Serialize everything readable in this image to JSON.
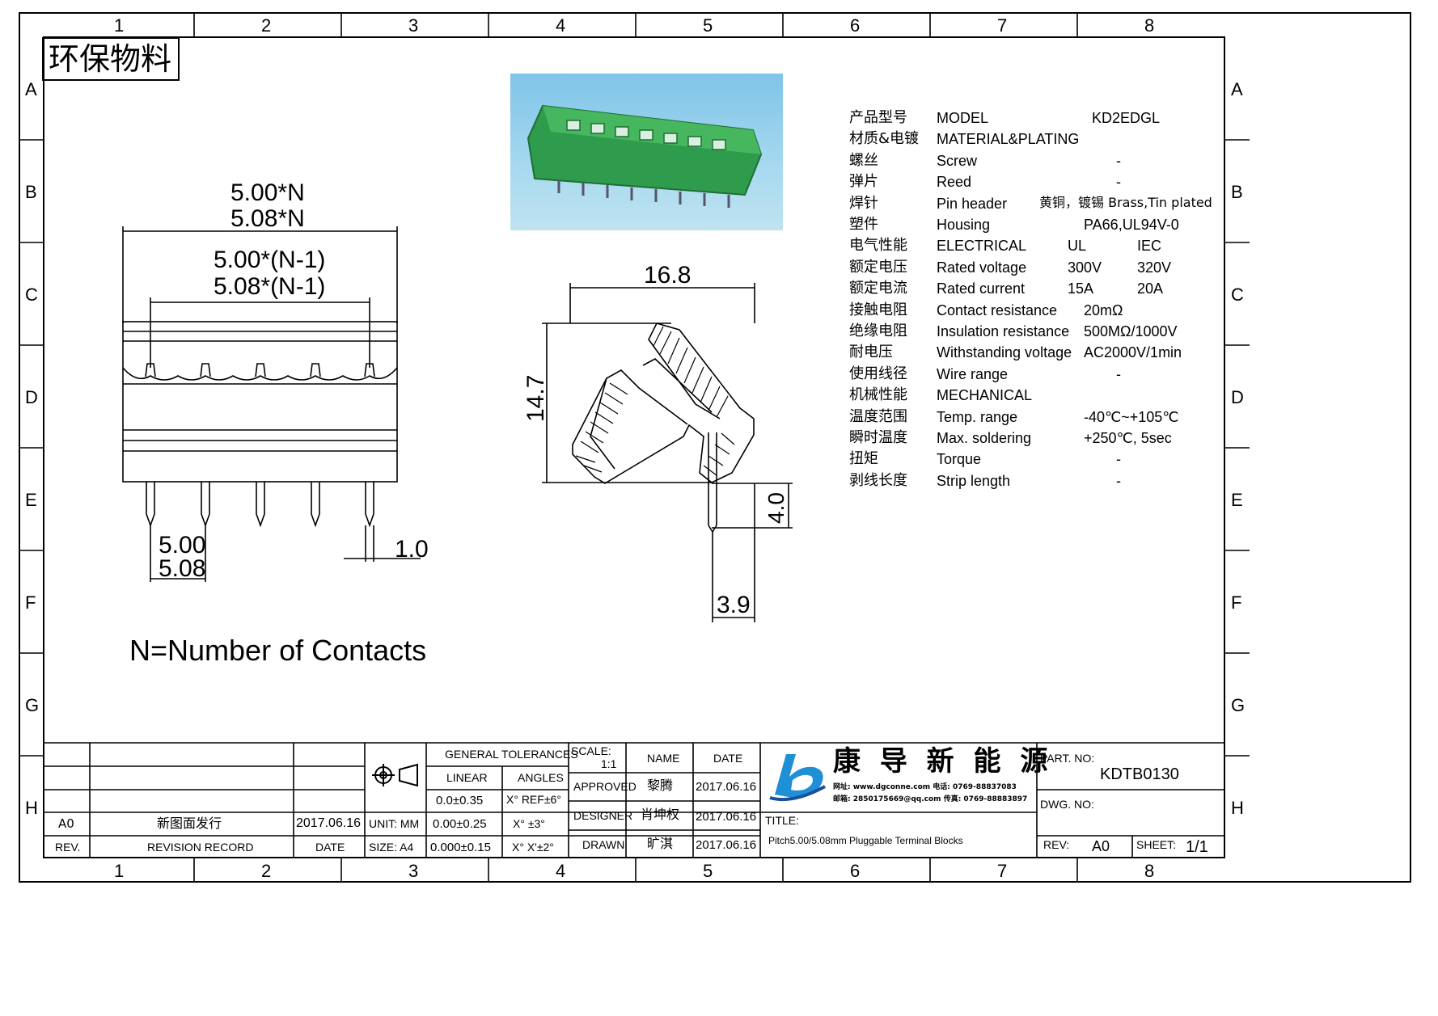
{
  "frame": {
    "columns": [
      "1",
      "2",
      "3",
      "4",
      "5",
      "6",
      "7",
      "8"
    ],
    "rows": [
      "A",
      "B",
      "C",
      "D",
      "E",
      "F",
      "G",
      "H"
    ]
  },
  "stamp": "环保物料",
  "product_photo": {
    "label": "product-photo",
    "accent": "#2a9a4a",
    "background": "#8ec9e8"
  },
  "front_view": {
    "pitch_n_a": "5.00*N",
    "pitch_n_b": "5.08*N",
    "pitch_n1_a": "5.00*(N-1)",
    "pitch_n1_b": "5.08*(N-1)",
    "pin_pitch_a": "5.00",
    "pin_pitch_b": "5.08",
    "pin_width": "1.0",
    "note": "N=Number of Contacts"
  },
  "side_view": {
    "width": "16.8",
    "height": "14.7",
    "pin_length": "4.0",
    "offset": "3.9"
  },
  "specs": [
    {
      "cn": "产品型号",
      "en": "MODEL",
      "v1": "KD2EDGL",
      "v2": ""
    },
    {
      "cn": "材质&电镀",
      "en": "MATERIAL&PLATING",
      "v1": "",
      "v2": ""
    },
    {
      "cn": "螺丝",
      "en": "Screw",
      "v1": "-",
      "v2": ""
    },
    {
      "cn": "弹片",
      "en": "Reed",
      "v1": "-",
      "v2": ""
    },
    {
      "cn": "焊针",
      "en": "Pin header",
      "v1": "黄铜，镀锡 Brass,Tin plated",
      "v2": ""
    },
    {
      "cn": "塑件",
      "en": "Housing",
      "v1": "PA66,UL94V-0",
      "v2": ""
    },
    {
      "cn": "电气性能",
      "en": "ELECTRICAL",
      "v1": "UL",
      "v2": "IEC"
    },
    {
      "cn": "额定电压",
      "en": "Rated voltage",
      "v1": "300V",
      "v2": "320V"
    },
    {
      "cn": "额定电流",
      "en": "Rated current",
      "v1": "15A",
      "v2": "20A"
    },
    {
      "cn": "接触电阻",
      "en": "Contact resistance",
      "v1": "20mΩ",
      "v2": ""
    },
    {
      "cn": "绝缘电阻",
      "en": "Insulation resistance",
      "v1": "500MΩ/1000V",
      "v2": ""
    },
    {
      "cn": "耐电压",
      "en": "Withstanding voltage",
      "v1": "AC2000V/1min",
      "v2": ""
    },
    {
      "cn": "使用线径",
      "en": "Wire range",
      "v1": "-",
      "v2": ""
    },
    {
      "cn": "机械性能",
      "en": "MECHANICAL",
      "v1": "",
      "v2": ""
    },
    {
      "cn": "温度范围",
      "en": "Temp. range",
      "v1": "-40℃~+105℃",
      "v2": ""
    },
    {
      "cn": "瞬时温度",
      "en": "Max. soldering",
      "v1": "+250℃, 5sec",
      "v2": ""
    },
    {
      "cn": "扭矩",
      "en": "Torque",
      "v1": "-",
      "v2": ""
    },
    {
      "cn": "剥线长度",
      "en": "Strip length",
      "v1": "-",
      "v2": ""
    }
  ],
  "title_block": {
    "rev_row": {
      "rev": "A0",
      "record": "新图面发行",
      "date": "2017.06.16"
    },
    "rev_header": {
      "rev": "REV.",
      "record": "REVISION RECORD",
      "date": "DATE"
    },
    "unit": "UNIT: MM",
    "size": "SIZE: A4",
    "gen_tol": "GENERAL TOLERANCES",
    "linear": "LINEAR",
    "angles": "ANGLES",
    "tol_linear": [
      "0.0±0.35",
      "0.00±0.25",
      "0.000±0.15"
    ],
    "tol_angles": [
      "X° REF±6°",
      "X° ±3°",
      "X° X'±2°"
    ],
    "scale_label": "SCALE:",
    "scale_value": "1:1",
    "name_header": "NAME",
    "date_header": "DATE",
    "approved": {
      "role": "APPROVED",
      "name": "黎腾",
      "date": "2017.06.16"
    },
    "designer": {
      "role": "DESIGNER",
      "name": "肖坤权",
      "date": "2017.06.16"
    },
    "drawn": {
      "role": "DRAWN",
      "name": "旷淇",
      "date": "2017.06.16"
    },
    "company": "康 导 新 能 源",
    "company_line1": "网址: www.dgconne.com  电话: 0769-88837083",
    "company_line2": "邮箱: 2850175669@qq.com  传真: 0769-88883897",
    "title_label": "TITLE:",
    "title_value": "Pitch5.00/5.08mm Pluggable Terminal Blocks",
    "part_no_label": "PART. NO:",
    "part_no": "KDTB0130",
    "dwg_no_label": "DWG. NO:",
    "rev_label": "REV:",
    "rev_value": "A0",
    "sheet_label": "SHEET:",
    "sheet_value": "1/1",
    "logo_colors": {
      "blue": "#1f8fd6",
      "dark": "#1a4f9c"
    }
  }
}
